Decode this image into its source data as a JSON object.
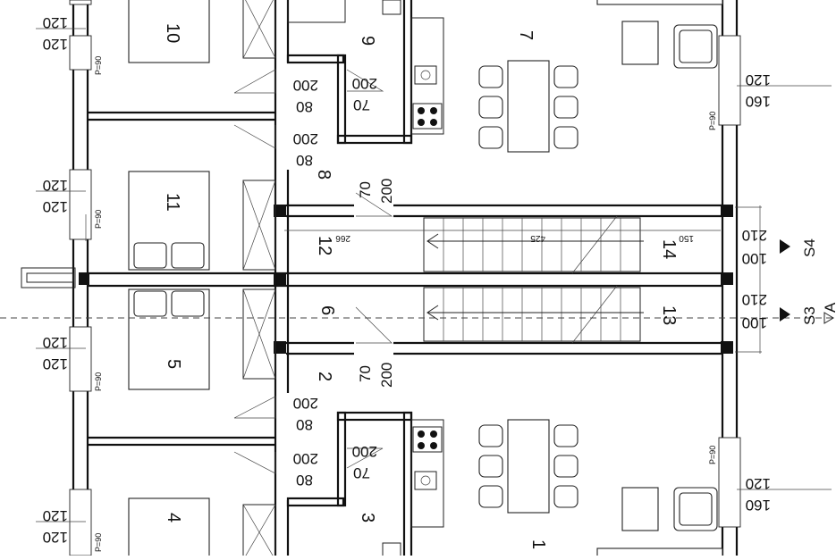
{
  "rooms": {
    "r1": "1",
    "r2": "2",
    "r3": "3",
    "r4": "4",
    "r5": "5",
    "r6": "6",
    "r7": "7",
    "r8": "8",
    "r9": "9",
    "r10": "10",
    "r11": "11",
    "r12": "12",
    "r13": "13",
    "r14": "14"
  },
  "dims": {
    "d120": "120",
    "d160": "160",
    "d200": "200",
    "d80": "80",
    "d70": "70",
    "d210": "210",
    "d100": "100",
    "d266": "266",
    "d425": "425",
    "d150": "150"
  },
  "parapet": "P=90",
  "sections": {
    "s3": "S3",
    "s4": "S4",
    "a": "A"
  }
}
